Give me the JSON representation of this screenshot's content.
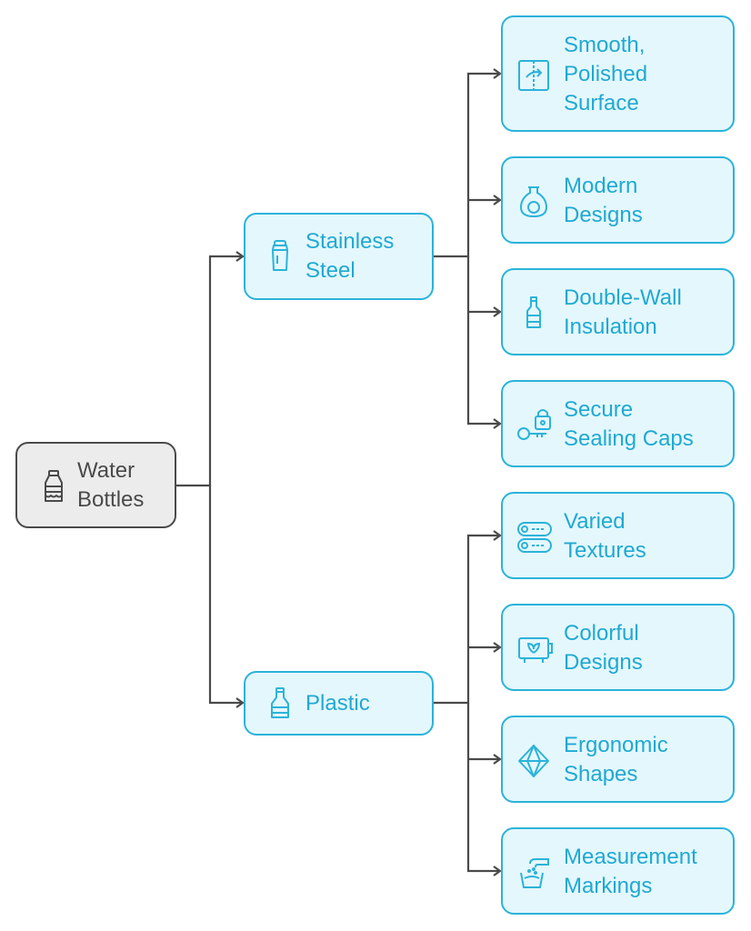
{
  "colors": {
    "accent": "#2bb3d9",
    "accent_fill": "#e4f7fd",
    "accent_text": "#1fa9d3",
    "root_border": "#4a4a4a",
    "root_fill": "#ececec",
    "root_text": "#4a4a4a",
    "connector": "#4a4a4a"
  },
  "root": {
    "label": "Water\nBottles",
    "icon": "plastic-bottle-icon"
  },
  "categories": [
    {
      "label": "Stainless\nSteel",
      "icon": "steel-bottle-icon"
    },
    {
      "label": "Plastic",
      "icon": "glass-bottle-icon"
    }
  ],
  "features": [
    {
      "label": "Smooth,\nPolished\nSurface",
      "icon": "surface-door-icon"
    },
    {
      "label": "Modern\nDesigns",
      "icon": "vase-icon"
    },
    {
      "label": "Double-Wall\nInsulation",
      "icon": "bottle-icon"
    },
    {
      "label": "Secure\nSealing Caps",
      "icon": "key-lock-icon"
    },
    {
      "label": "Varied\nTextures",
      "icon": "textures-icon"
    },
    {
      "label": "Colorful\nDesigns",
      "icon": "colorful-display-icon"
    },
    {
      "label": "Ergonomic\nShapes",
      "icon": "diamond-icon"
    },
    {
      "label": "Measurement\nMarkings",
      "icon": "measuring-faucet-icon"
    }
  ]
}
